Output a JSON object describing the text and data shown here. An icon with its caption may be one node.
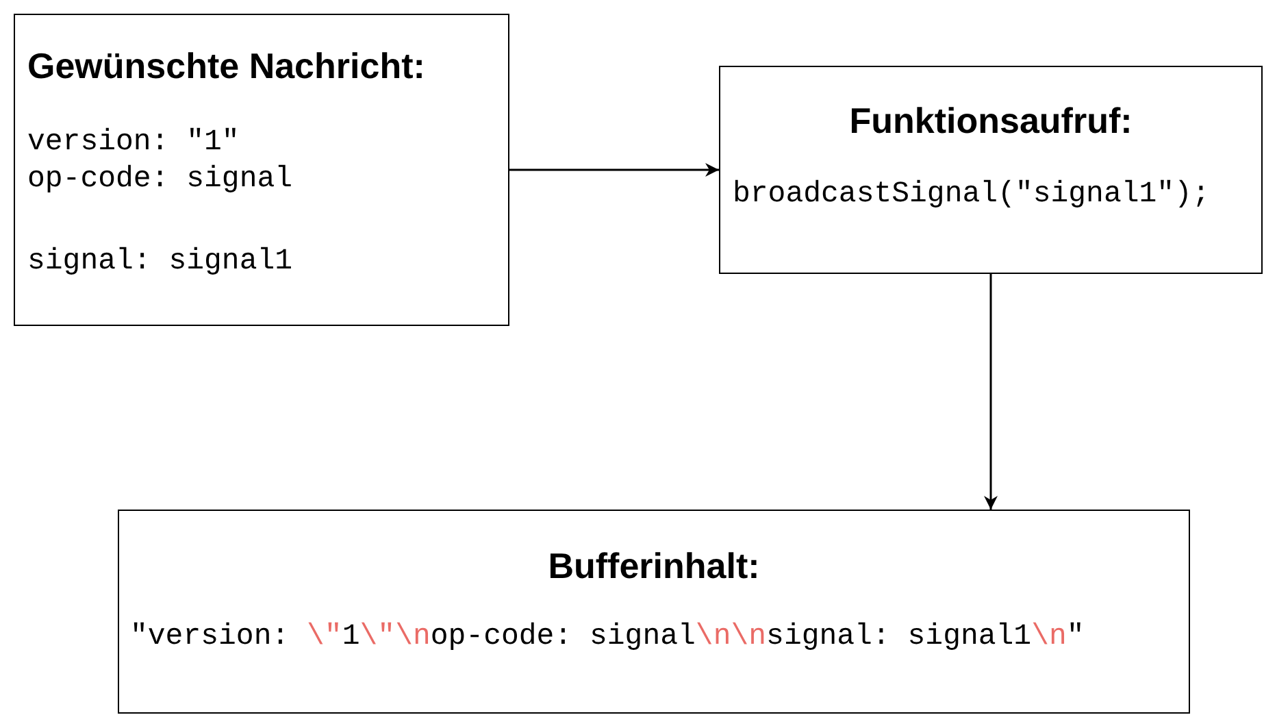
{
  "diagram": {
    "nodes": [
      {
        "text": [
          "Gewünschte Nachricht:",
          "version: \"1\"",
          "op-code: signal",
          "signal: signal1"
        ]
      },
      {
        "text": [
          "Funktionsaufruf:",
          "broadcastSignal(\"signal1\");"
        ]
      },
      {
        "text": [
          "Bufferinhalt:",
          "\"version: \\\"1\\\"\\nop-code: signal\\n\\nsignal: signal1\\n\""
        ]
      }
    ],
    "edges": [
      {
        "from": 0,
        "to": 1,
        "arrow": "to"
      },
      {
        "from": 1,
        "to": 2,
        "arrow": "to"
      }
    ]
  }
}
